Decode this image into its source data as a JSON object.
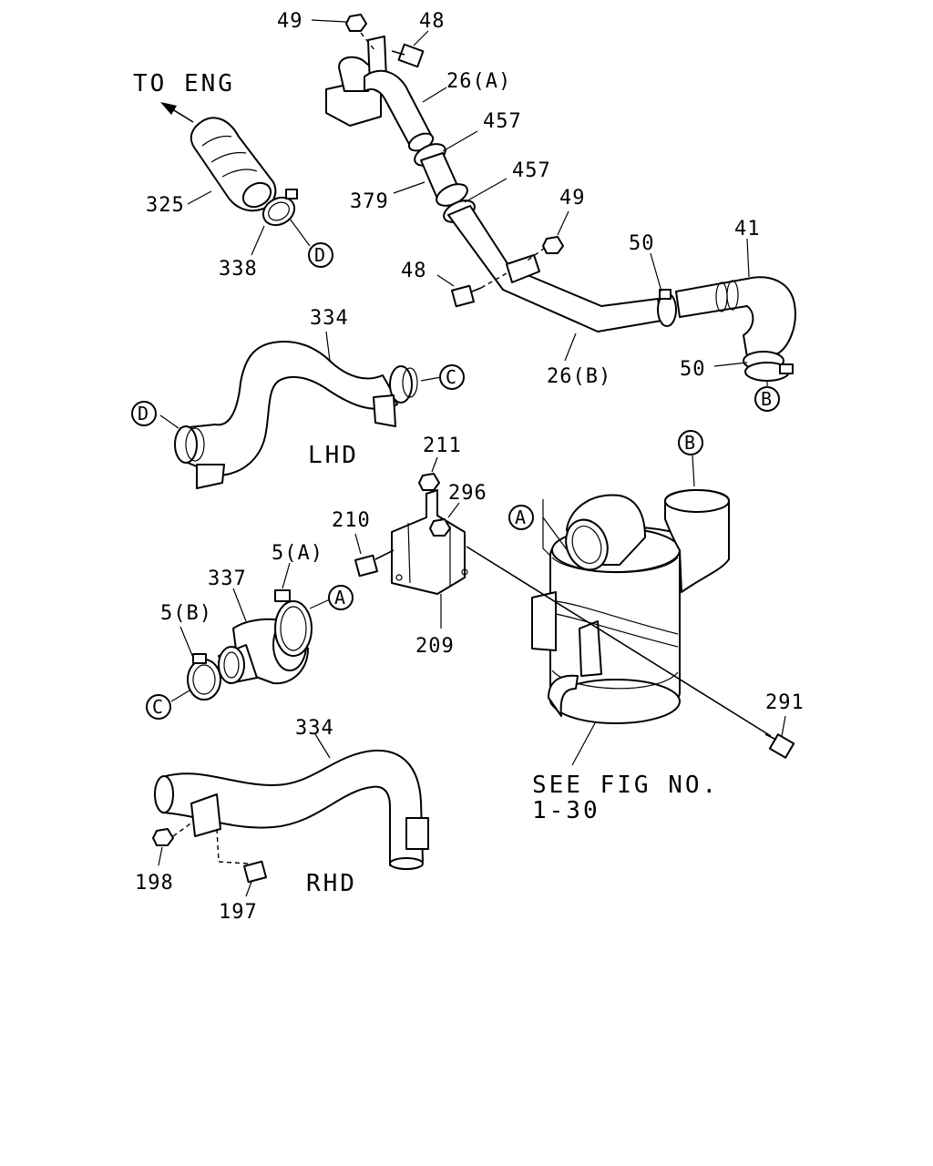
{
  "header": {
    "to_eng": "TO ENG"
  },
  "variants": {
    "lhd": "LHD",
    "rhd": "RHD"
  },
  "see_fig": {
    "line1": "SEE FIG NO.",
    "line2": "1-30"
  },
  "callouts": {
    "p49_top": "49",
    "p48_top": "48",
    "p26a": "26(A)",
    "p457_upper": "457",
    "p457_lower": "457",
    "p379": "379",
    "p325": "325",
    "p338": "338",
    "p49_mid": "49",
    "p48_mid": "48",
    "p50_top": "50",
    "p41": "41",
    "p26b": "26(B)",
    "p50_bottom": "50",
    "p334_lhd": "334",
    "p211": "211",
    "p296": "296",
    "p210": "210",
    "p5a": "5(A)",
    "p337": "337",
    "p5b": "5(B)",
    "p209": "209",
    "p291": "291",
    "p334_rhd": "334",
    "p198": "198",
    "p197": "197"
  },
  "refs": {
    "A": "A",
    "B": "B",
    "C": "C",
    "D": "D"
  }
}
